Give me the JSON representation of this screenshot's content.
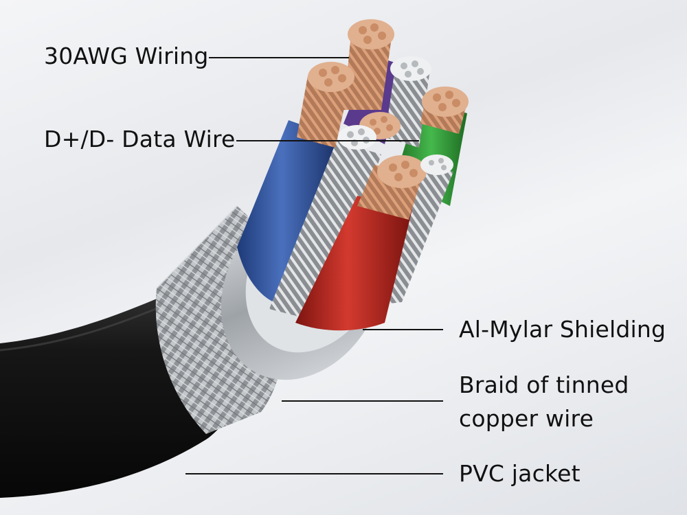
{
  "labels": {
    "wiring": "30AWG Wiring",
    "data_wire": "D+/D- Data Wire",
    "shielding": "Al-Mylar Shielding",
    "braid_line1": "Braid of tinned",
    "braid_line2": "copper wire",
    "jacket": "PVC jacket"
  },
  "colors": {
    "jacket": "#141414",
    "braid": "#a9acaf",
    "shield": "#c9cdd1",
    "copper": "#c58e69",
    "blue_wire": "#2d4f95",
    "red_wire": "#b3261e",
    "green_wire": "#2f9a36",
    "purple_wire": "#5a3a8c",
    "silver_strand": "#bfc3c7",
    "leader_line": "#111111"
  }
}
